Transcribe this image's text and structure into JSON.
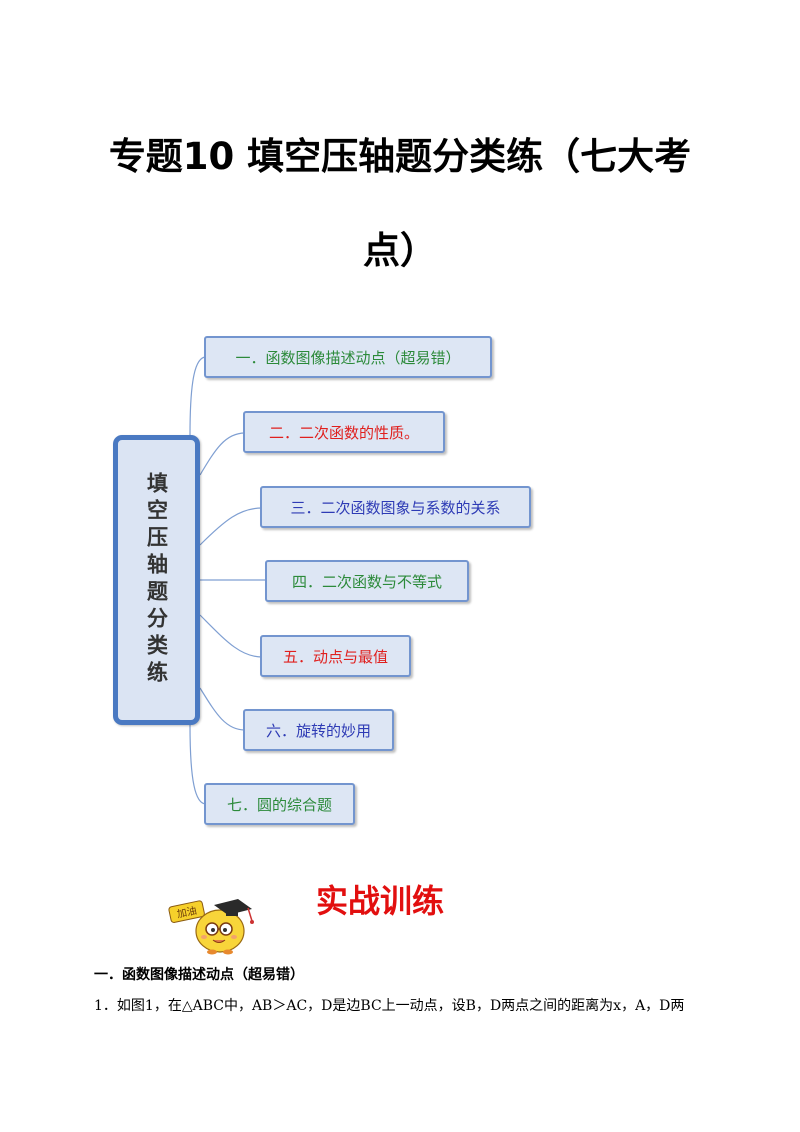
{
  "title": {
    "line1": "专题10  填空压轴题分类练（七大考",
    "line2": "点）"
  },
  "mindmap": {
    "root": "填空压轴题分类练",
    "branches": [
      {
        "label": "一．函数图像描述动点（超易错）",
        "color": "#2c8a3a"
      },
      {
        "label": "二．二次函数的性质。",
        "color": "#e0201e"
      },
      {
        "label": "三．二次函数图象与系数的关系",
        "color": "#2e3bb5"
      },
      {
        "label": "四．二次函数与不等式",
        "color": "#2c8a3a"
      },
      {
        "label": "五．动点与最值",
        "color": "#e0201e"
      },
      {
        "label": "六．旋转的妙用",
        "color": "#2e3bb5"
      },
      {
        "label": "七．圆的综合题",
        "color": "#2c8a3a"
      }
    ]
  },
  "practice": {
    "heading": "实战训练",
    "mascot_caption": "加油",
    "mascot_icon": "cheering-chick-graduate-icon"
  },
  "section": {
    "heading": "一．函数图像描述动点（超易错）"
  },
  "question": {
    "text": "1．如图1，在△ABC中，AB＞AC，D是边BC上一动点，设B，D两点之间的距离为x，A，D两"
  }
}
